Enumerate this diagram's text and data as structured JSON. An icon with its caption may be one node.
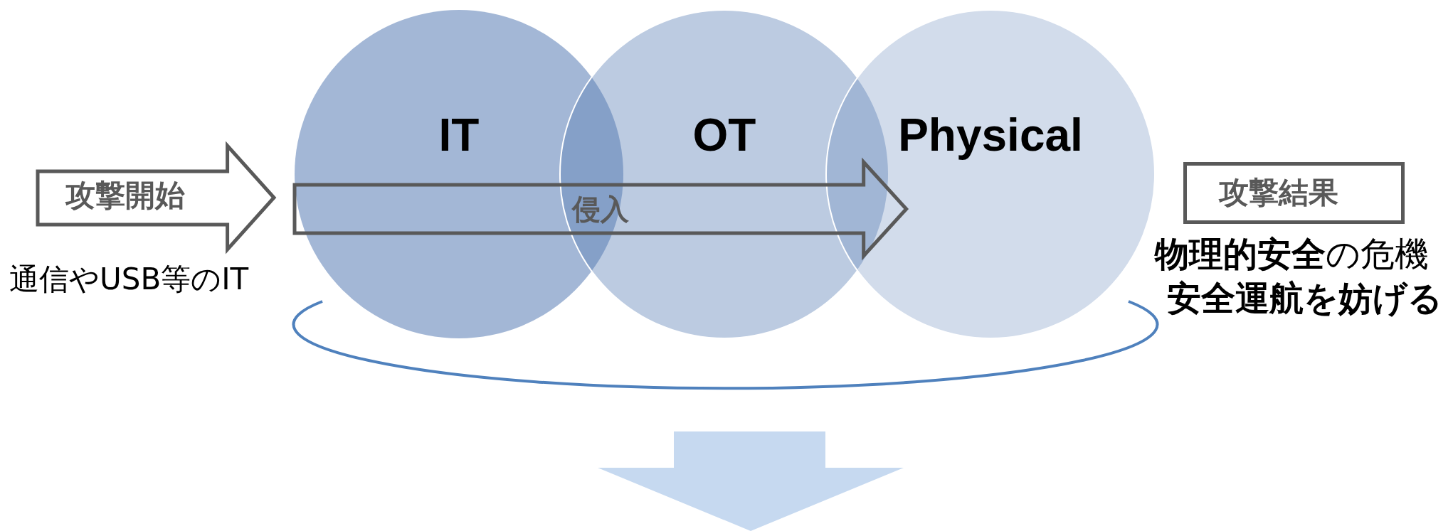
{
  "diagram": {
    "nodes": [
      {
        "text": [
          "攻撃開始"
        ],
        "beside": [
          "通信やUSB等のIT"
        ]
      },
      {
        "text": [
          "IT"
        ]
      },
      {
        "text": [
          "OT"
        ]
      },
      {
        "text": [
          "Physical"
        ]
      },
      {
        "text": [
          "攻撃結果"
        ],
        "beside": [
          "**物理的安全**の危機",
          "安全運航を妨げる"
        ]
      }
    ],
    "edges": [
      {
        "from": 1,
        "to": 3,
        "arrow": "to",
        "label": "侵入"
      }
    ]
  }
}
